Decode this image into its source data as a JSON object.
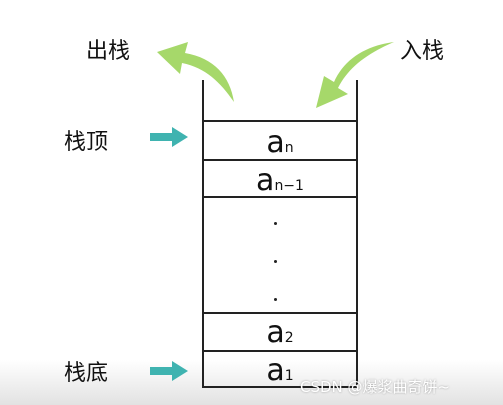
{
  "labels": {
    "pop": "出栈",
    "push": "入栈",
    "top": "栈顶",
    "bottom": "栈底"
  },
  "cells": {
    "an_base": "a",
    "an_sub": "n",
    "an1_base": "a",
    "an1_sub": "n−1",
    "a2_base": "a",
    "a2_sub": "2",
    "a1_base": "a",
    "a1_sub": "1"
  },
  "watermark": "CSDN @爆浆曲奇饼~",
  "colors": {
    "arrow_green": "#a6d86a",
    "arrow_teal": "#3fb3b0",
    "line": "#222222"
  },
  "icons": [
    "curved-arrow-up-left-icon",
    "curved-arrow-down-left-icon",
    "pointer-arrow-right-icon"
  ]
}
